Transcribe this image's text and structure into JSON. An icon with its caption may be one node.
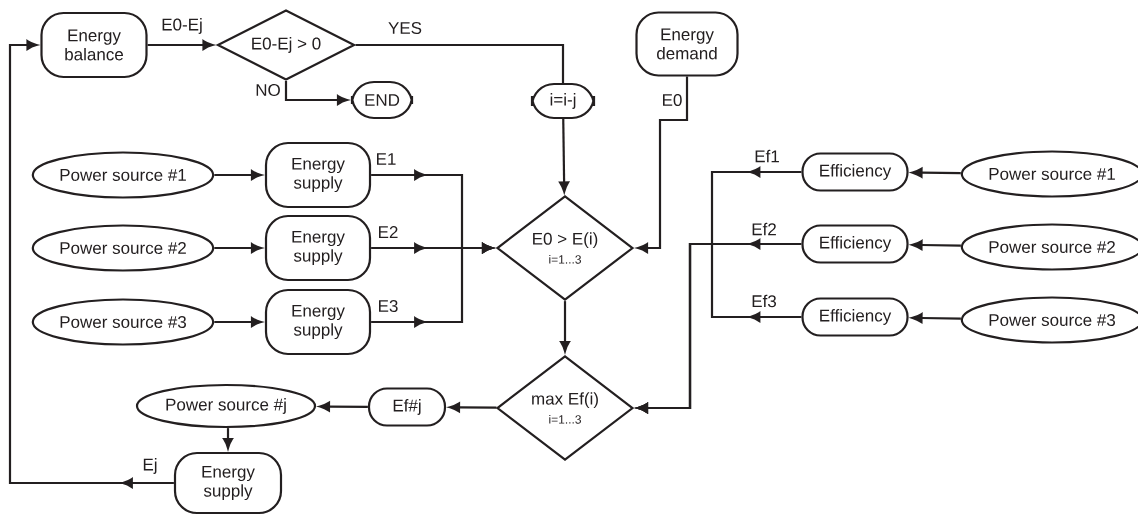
{
  "diagram": {
    "nodes": [
      {
        "text": [
          "Energy balance"
        ]
      },
      {
        "text": [
          "E0-Ej > 0"
        ]
      },
      {
        "text": [
          "END"
        ]
      },
      {
        "text": [
          "i=i-j"
        ]
      },
      {
        "text": [
          "Energy demand"
        ]
      },
      {
        "text": [
          "Power source #1"
        ]
      },
      {
        "text": [
          "Energy supply"
        ]
      },
      {
        "text": [
          "Power source #2"
        ]
      },
      {
        "text": [
          "Energy supply"
        ]
      },
      {
        "text": [
          "Power source #3"
        ]
      },
      {
        "text": [
          "Energy supply"
        ]
      },
      {
        "text": [
          "E0 > E(i)",
          "i=1...3"
        ]
      },
      {
        "text": [
          "Efficiency"
        ]
      },
      {
        "text": [
          "Power source #1"
        ]
      },
      {
        "text": [
          "Efficiency"
        ]
      },
      {
        "text": [
          "Power source #2"
        ]
      },
      {
        "text": [
          "Efficiency"
        ]
      },
      {
        "text": [
          "Power source #3"
        ]
      },
      {
        "text": [
          "max Ef(i)",
          "i=1...3"
        ]
      },
      {
        "text": [
          "Ef#j"
        ]
      },
      {
        "text": [
          "Power source #j"
        ]
      },
      {
        "text": [
          "Energy supply"
        ]
      }
    ],
    "edges": [
      {
        "from": 0,
        "to": 1,
        "arrow": "to",
        "label": "E0-Ej"
      },
      {
        "from": 1,
        "to": 3,
        "arrow": "none",
        "label": "YES"
      },
      {
        "from": 1,
        "to": 2,
        "arrow": "to",
        "label": "NO"
      },
      {
        "from": 3,
        "to": 11,
        "arrow": "to"
      },
      {
        "from": 4,
        "to": 11,
        "arrow": "to",
        "label": "E0"
      },
      {
        "from": 5,
        "to": 6,
        "arrow": "to"
      },
      {
        "from": 6,
        "to": 11,
        "arrow": "to",
        "label": "E1"
      },
      {
        "from": 7,
        "to": 8,
        "arrow": "to"
      },
      {
        "from": 8,
        "to": 11,
        "arrow": "to",
        "label": "E2"
      },
      {
        "from": 9,
        "to": 10,
        "arrow": "to"
      },
      {
        "from": 10,
        "to": 11,
        "arrow": "to",
        "label": "E3"
      },
      {
        "from": 13,
        "to": 12,
        "arrow": "to"
      },
      {
        "from": 12,
        "to": 18,
        "arrow": "to",
        "label": "Ef1"
      },
      {
        "from": 15,
        "to": 14,
        "arrow": "to"
      },
      {
        "from": 14,
        "to": 18,
        "arrow": "to",
        "label": "Ef2"
      },
      {
        "from": 17,
        "to": 16,
        "arrow": "to"
      },
      {
        "from": 16,
        "to": 18,
        "arrow": "to",
        "label": "Ef3"
      },
      {
        "from": 11,
        "to": 18,
        "arrow": "to"
      },
      {
        "from": 18,
        "to": 19,
        "arrow": "to"
      },
      {
        "from": 19,
        "to": 20,
        "arrow": "to"
      },
      {
        "from": 20,
        "to": 21,
        "arrow": "to"
      },
      {
        "from": 21,
        "to": 0,
        "arrow": "to",
        "label": "Ej"
      }
    ]
  }
}
